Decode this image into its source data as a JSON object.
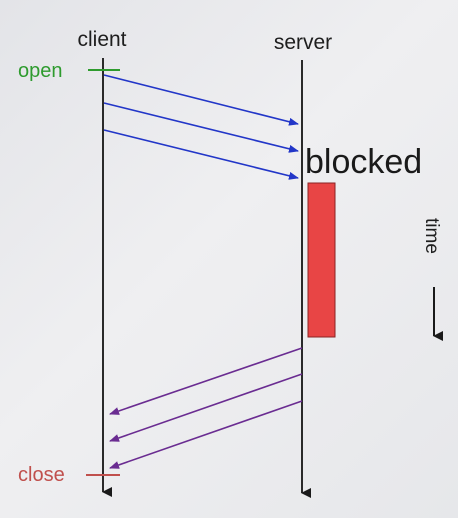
{
  "diagram": {
    "client_label": "client",
    "server_label": "server",
    "open_label": "open",
    "close_label": "close",
    "blocked_label": "blocked",
    "time_label": "time",
    "colors": {
      "open": "#2e9b2e",
      "close": "#c0504d",
      "request_arrows": "#2236c8",
      "response_arrows": "#6a2c91",
      "block": "#e84545",
      "lines": "#2a2a2a"
    }
  }
}
